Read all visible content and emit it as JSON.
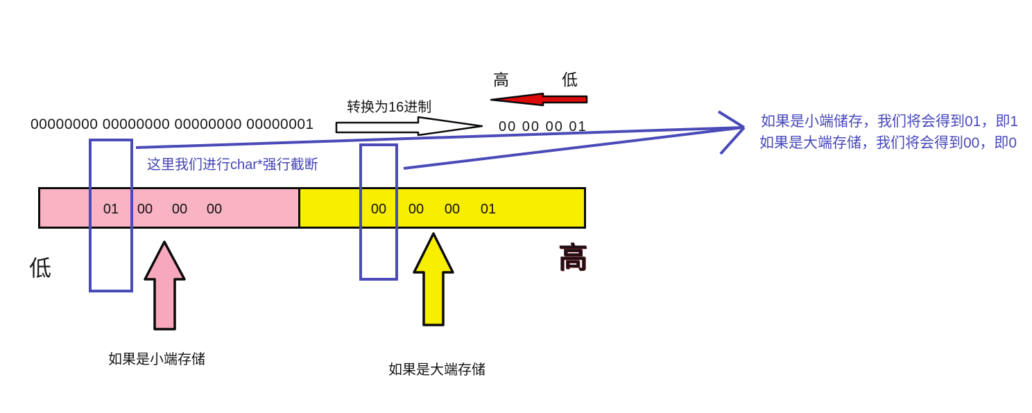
{
  "colors": {
    "pink": "#f9b3c3",
    "pink_arrow": "#f8a8bc",
    "yellow": "#f8ee00",
    "blue": "#4a4ab8",
    "red": "#dd0a0a",
    "white": "#ffffff",
    "black": "#0a0a0a"
  },
  "top": {
    "high_label": "高",
    "low_label": "低",
    "binary_value": "00000000 00000000 00000000 00000001",
    "convert_label": "转换为16进制",
    "hex_value": "00 00 00 01"
  },
  "annotation": {
    "truncate_label": "这里我们进行char*强行截断",
    "result_little": "如果是小端储存，我们将会得到01，即1",
    "result_big": "如果是大端存储，我们将会得到00，即0"
  },
  "memory_bar": {
    "pink_bytes": [
      "01",
      "00",
      "00",
      "00"
    ],
    "yellow_bytes": [
      "00",
      "00",
      "00",
      "01"
    ],
    "low_label": "低",
    "high_label": "高"
  },
  "bottom": {
    "little_endian_label": "如果是小端存储",
    "big_endian_label": "如果是大端存储"
  }
}
